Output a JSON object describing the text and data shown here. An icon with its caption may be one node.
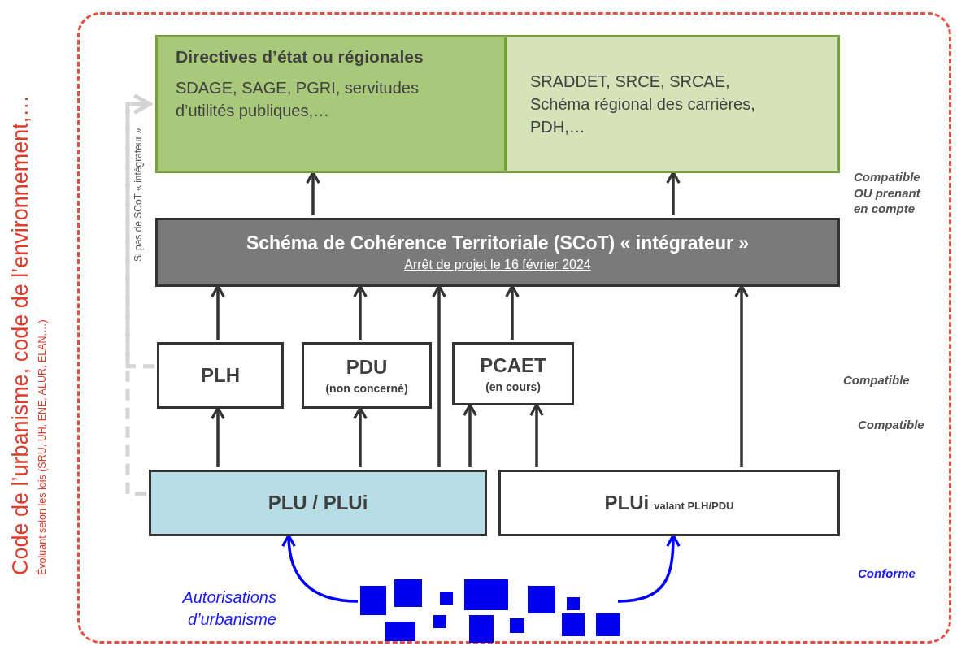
{
  "diagram": {
    "nodes": [
      {
        "text": [
          "Code de l’urbanisme, code de l’environnement,…",
          "Évoluant selon les lois (SRU, UH, ENE, ALUR, ELAN,…)"
        ]
      },
      {
        "text": [
          "Directives d’état ou régionales",
          "SDAGE, SAGE, PGRI, servitudes d’utilités publiques,…"
        ],
        "in": 0
      },
      {
        "text": [
          "SRADDET, SRCE, SRCAE, Schéma régional des carrières, PDH,…"
        ],
        "in": 0
      },
      {
        "text": [
          "Schéma de Cohérence Territoriale (SCoT) « intégrateur »",
          "Arrêt de projet le 16 février 2024"
        ],
        "in": 0
      },
      {
        "text": [
          "PLH"
        ],
        "in": 0
      },
      {
        "text": [
          "PDU",
          "(non concerné)"
        ],
        "in": 0
      },
      {
        "text": [
          "PCAET",
          "(en cours)"
        ],
        "in": 0
      },
      {
        "text": [
          "PLU / PLUi"
        ],
        "in": 0
      },
      {
        "text": [
          "PLUi",
          "valant PLH/PDU"
        ],
        "in": 0
      },
      {
        "text": [],
        "shape": "picture",
        "in": 0
      }
    ],
    "edges": [
      {
        "from": 3,
        "to": 1,
        "arrow": "to"
      },
      {
        "from": 3,
        "to": 2,
        "arrow": "to"
      },
      {
        "from": 4,
        "to": 3,
        "arrow": "to"
      },
      {
        "from": 5,
        "to": 3,
        "arrow": "to"
      },
      {
        "from": 7,
        "to": 3,
        "arrow": "to"
      },
      {
        "from": 6,
        "to": 3,
        "arrow": "to"
      },
      {
        "from": 8,
        "to": 3,
        "arrow": "to"
      },
      {
        "from": 7,
        "to": 4,
        "arrow": "to"
      },
      {
        "from": 7,
        "to": 5,
        "arrow": "to"
      },
      {
        "from": 7,
        "to": 6,
        "arrow": "to"
      },
      {
        "from": 8,
        "to": 6,
        "arrow": "to"
      },
      {
        "from": 9,
        "to": 7,
        "arrow": "to",
        "color": "#0000ff"
      },
      {
        "from": 9,
        "to": 8,
        "arrow": "to",
        "color": "#0000ff"
      },
      {
        "from": 4,
        "to": 1,
        "arrow": "to",
        "style": "dashed",
        "color": "#d4d4d4"
      },
      {
        "from": 7,
        "to": 1,
        "arrow": "to",
        "style": "dashed",
        "color": "#d4d4d4"
      }
    ],
    "labels": [
      "Si pas de SCoT « intégrateur »",
      "Compatible OU prenant en compte",
      "Compatible",
      "Compatible",
      "Conforme",
      "Autorisations d’urbanisme"
    ]
  }
}
